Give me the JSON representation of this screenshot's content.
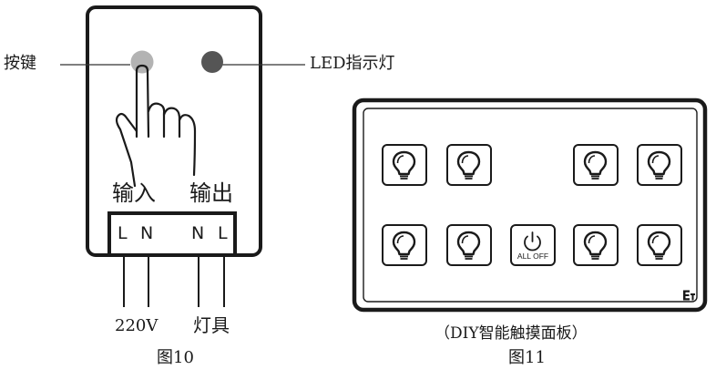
{
  "fig10": {
    "label_button": "按键",
    "label_led": "LED指示灯",
    "label_input": "输入",
    "label_output": "输出",
    "terminals": [
      "L",
      "N",
      "N",
      "L"
    ],
    "label_voltage": "220V",
    "label_lamp": "灯具",
    "caption": "图10",
    "button_color": "#b3b3b3",
    "led_color": "#555555"
  },
  "fig11": {
    "caption_sub": "（DIY智能触摸面板）",
    "caption": "图11",
    "all_off_label": "ALL OFF",
    "lamp_icons": [
      "bulb-icon",
      "bulb-icon",
      "bulb-icon",
      "bulb-icon",
      "bulb-icon",
      "bulb-icon",
      "bulb-icon",
      "bulb-icon"
    ],
    "brand_icon": "brand-logo-icon"
  }
}
